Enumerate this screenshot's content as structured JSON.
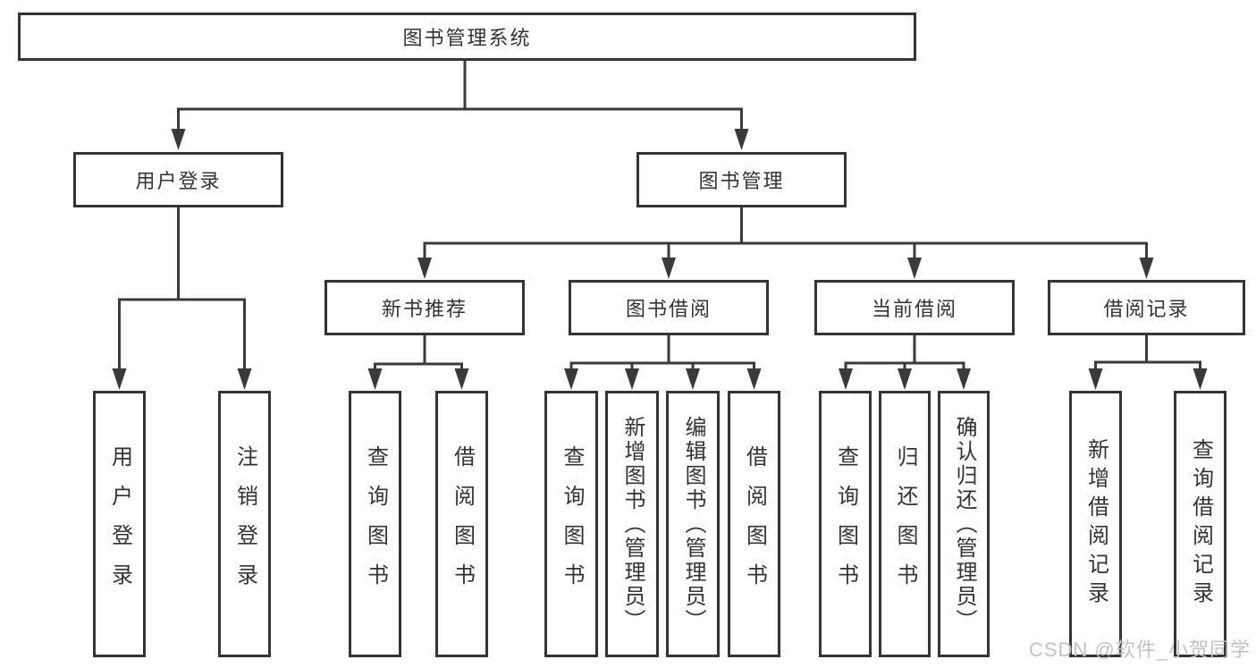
{
  "nodes": {
    "root": {
      "label": "图书管理系统"
    },
    "user_login": {
      "label": "用户登录"
    },
    "book_mgmt": {
      "label": "图书管理"
    },
    "login": {
      "label": "用户登录"
    },
    "logout": {
      "label": "注销登录"
    },
    "new_books": {
      "label": "新书推荐"
    },
    "book_borrow": {
      "label": "图书借阅"
    },
    "current_borrow": {
      "label": "当前借阅"
    },
    "borrow_records": {
      "label": "借阅记录"
    },
    "nb_query": {
      "label": "查询图书"
    },
    "nb_borrow": {
      "label": "借阅图书"
    },
    "bb_query": {
      "label": "查询图书"
    },
    "bb_add": {
      "label": "新增图书（管理员）"
    },
    "bb_edit": {
      "label": "编辑图书（管理员）"
    },
    "bb_borrow": {
      "label": "借阅图书"
    },
    "cb_query": {
      "label": "查询图书"
    },
    "cb_return": {
      "label": "归还图书"
    },
    "cb_confirm": {
      "label": "确认归还（管理员）"
    },
    "br_add": {
      "label": "新增借阅记录"
    },
    "br_query": {
      "label": "查询借阅记录"
    }
  },
  "watermark": {
    "text": "CSDN @软件_小贺同学"
  },
  "colors": {
    "line": "#3a3a3a",
    "text": "#333333",
    "watermark": "#c2c2c2",
    "background": "#ffffff"
  }
}
